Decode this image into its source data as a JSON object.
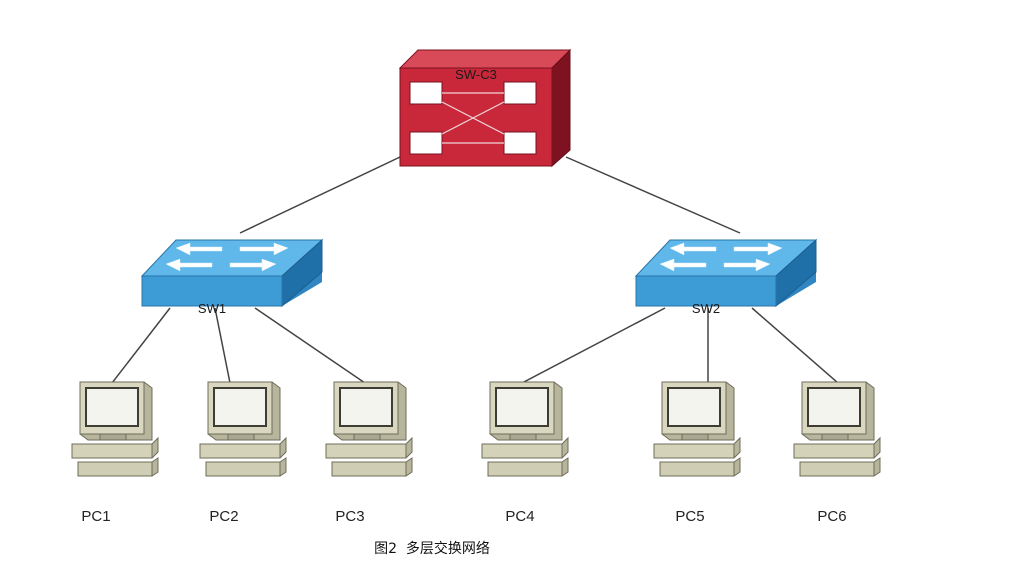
{
  "core_switch": {
    "label": "SW-C3",
    "color": "#c8283a"
  },
  "access_switches": [
    {
      "id": "sw1",
      "label": "SW1",
      "color": "#3d9bd6"
    },
    {
      "id": "sw2",
      "label": "SW2",
      "color": "#3d9bd6"
    }
  ],
  "pcs": [
    {
      "id": "pc1",
      "label": "PC1"
    },
    {
      "id": "pc2",
      "label": "PC2"
    },
    {
      "id": "pc3",
      "label": "PC3"
    },
    {
      "id": "pc4",
      "label": "PC4"
    },
    {
      "id": "pc5",
      "label": "PC5"
    },
    {
      "id": "pc6",
      "label": "PC6"
    }
  ],
  "caption": "图2  多层交换网络"
}
